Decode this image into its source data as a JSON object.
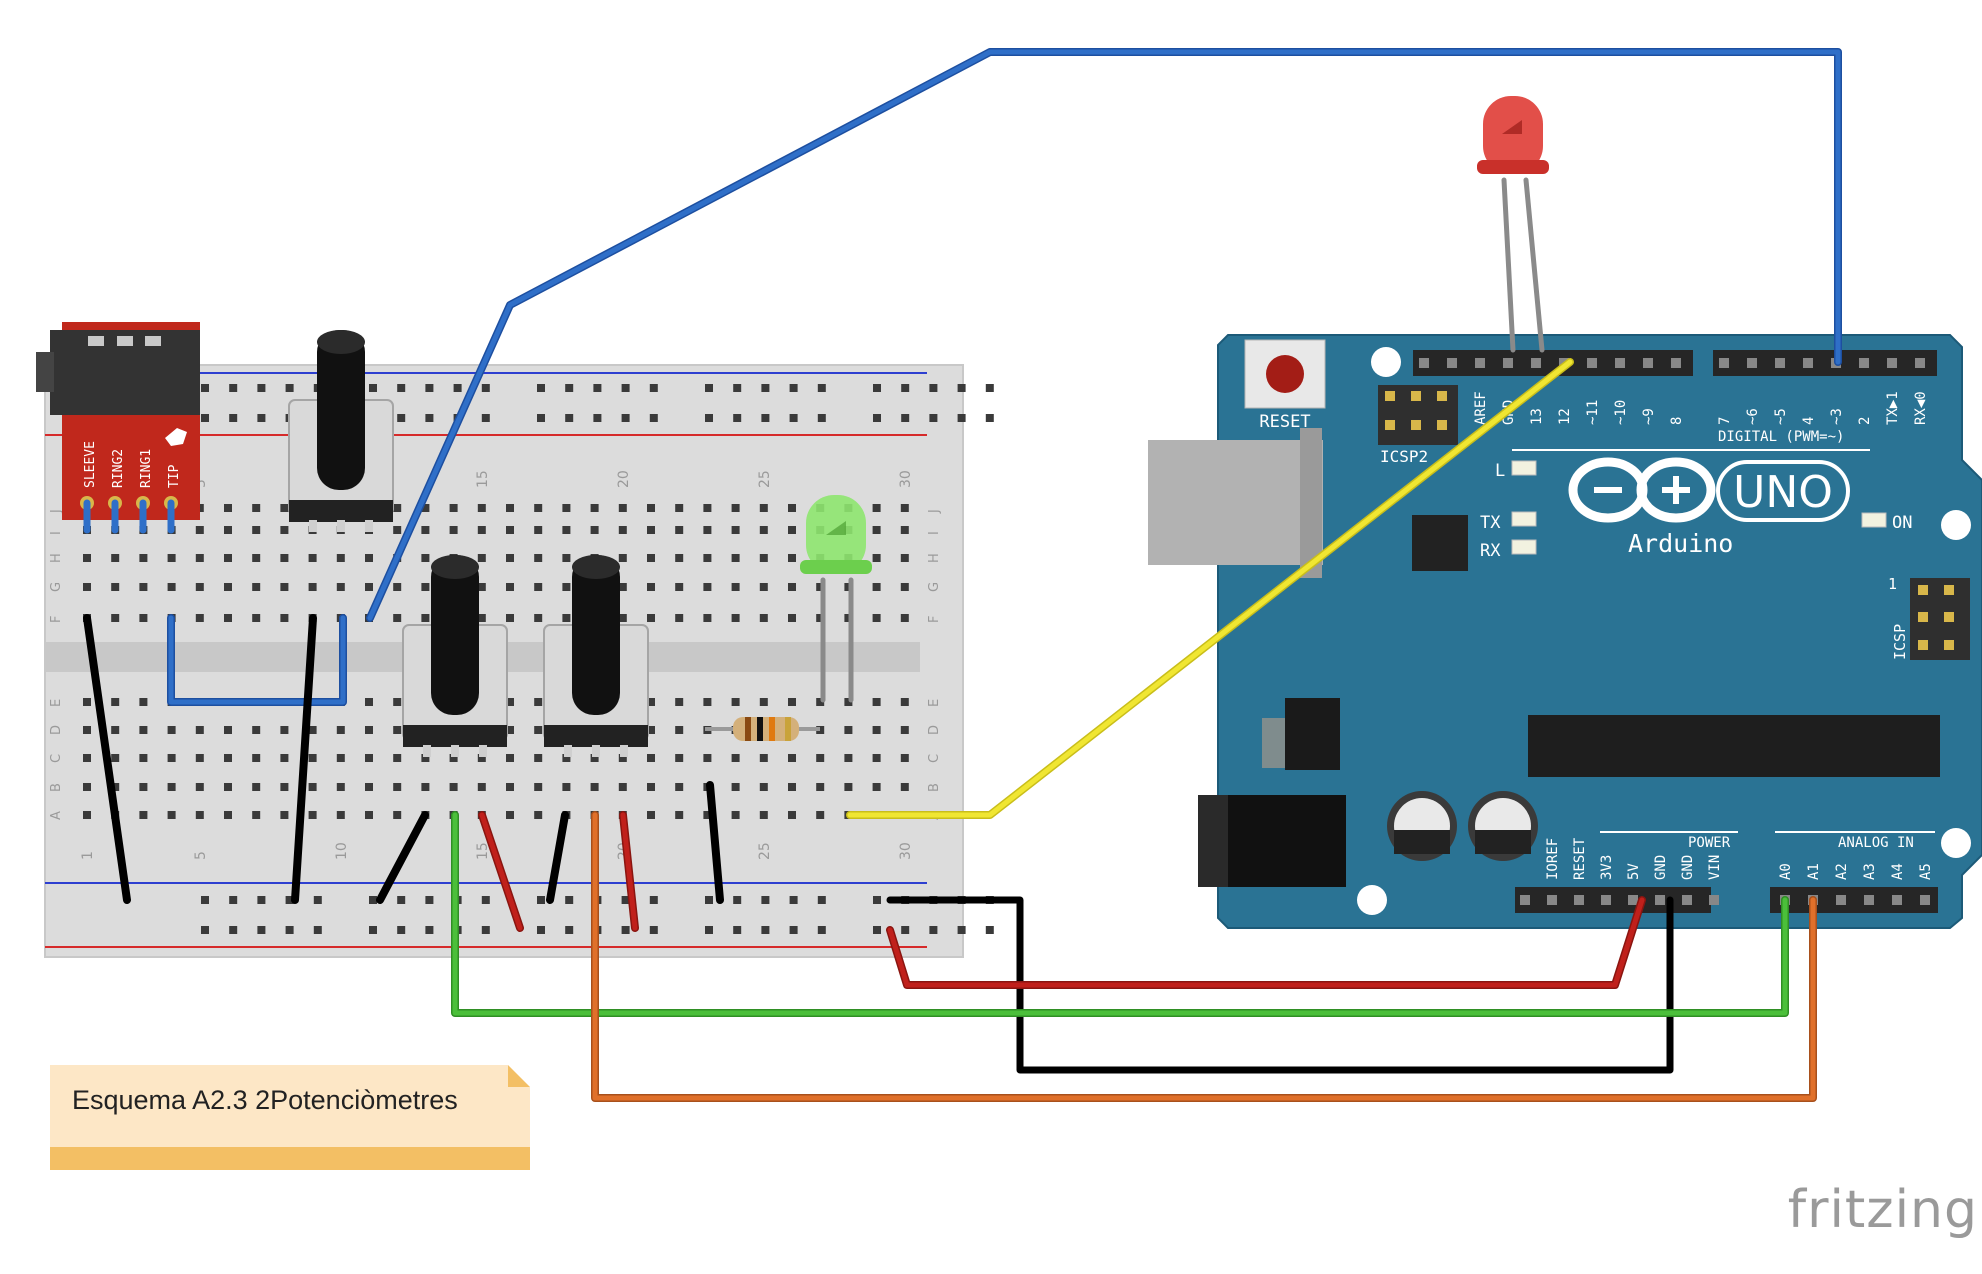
{
  "note": {
    "text": "Esquema A2.3 2Potenciòmetres"
  },
  "brand": {
    "text": "fritzing"
  },
  "breadboard": {
    "column_numbers": [
      "1",
      "5",
      "10",
      "15",
      "20",
      "25",
      "30"
    ],
    "row_letters_top": [
      "J",
      "I",
      "H",
      "G",
      "F"
    ],
    "row_letters_bottom": [
      "E",
      "D",
      "C",
      "B",
      "A"
    ]
  },
  "audio_jack": {
    "pins": [
      "SLEEVE",
      "RING2",
      "RING1",
      "TIP"
    ]
  },
  "arduino": {
    "reset_label": "RESET",
    "icsp2_label": "ICSP2",
    "icsp_label": "ICSP",
    "icsp_pin1": "1",
    "l_label": "L",
    "tx_label": "TX",
    "rx_label": "RX",
    "on_label": "ON",
    "logo_text": "Arduino",
    "uno_text": "UNO",
    "digital_label": "DIGITAL (PWM=~)",
    "power_label": "POWER",
    "analog_label": "ANALOG IN",
    "digital_pins": [
      "AREF",
      "GND",
      "13",
      "12",
      "~11",
      "~10",
      "~9",
      "8",
      "7",
      "~6",
      "~5",
      "4",
      "~3",
      "2",
      "TX▶1",
      "RX◀0"
    ],
    "power_pins": [
      "IOREF",
      "RESET",
      "3V3",
      "5V",
      "GND",
      "GND",
      "VIN"
    ],
    "analog_pins": [
      "A0",
      "A1",
      "A2",
      "A3",
      "A4",
      "A5"
    ]
  },
  "colors": {
    "wire_blue": "#2f6fc8",
    "wire_yellow": "#f0e632",
    "wire_red": "#c0201b",
    "wire_black": "#1a1a1a",
    "wire_green": "#4bbf3a",
    "wire_orange": "#e0702a",
    "arduino_board": "#2a7394",
    "breadboard": "#dcdcdc",
    "note_bg": "#fde7c6",
    "note_bar": "#f3bf64"
  }
}
